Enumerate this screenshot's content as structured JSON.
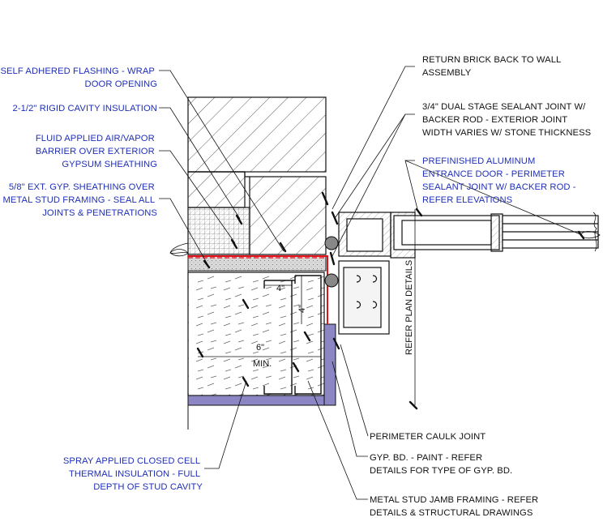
{
  "colors": {
    "callout_blue": "#1f2fb8",
    "callout_black": "#111111",
    "air_barrier_red": "#e0131b",
    "gypsum_board_purple": "#8d86c4",
    "concrete_gray": "#d9d9d9"
  },
  "left_callouts": [
    {
      "lines": [
        "SELF ADHERED FLASHING - WRAP",
        "DOOR OPENING"
      ]
    },
    {
      "lines": [
        "2-1/2\" RIGID CAVITY INSULATION"
      ]
    },
    {
      "lines": [
        "FLUID APPLIED AIR/VAPOR",
        "BARRIER OVER EXTERIOR",
        "GYPSUM SHEATHING"
      ]
    },
    {
      "lines": [
        "5/8\" EXT. GYP. SHEATHING OVER",
        "METAL STUD FRAMING - SEAL ALL",
        "JOINTS & PENETRATIONS"
      ]
    },
    {
      "lines": [
        "SPRAY APPLIED CLOSED CELL",
        "THERMAL INSULATION - FULL",
        "DEPTH OF STUD CAVITY"
      ]
    }
  ],
  "right_callouts": [
    {
      "lines": [
        "RETURN BRICK BACK TO WALL",
        "ASSEMBLY"
      ]
    },
    {
      "lines": [
        "3/4\" DUAL STAGE SEALANT JOINT W/",
        "BACKER ROD - EXTERIOR JOINT",
        "WIDTH VARIES W/ STONE THICKNESS"
      ]
    },
    {
      "lines": [
        "PREFINISHED ALUMINUM",
        "ENTRANCE DOOR - PERIMETER",
        "SEALANT JOINT W/ BACKER ROD -",
        "REFER ELEVATIONS"
      ]
    },
    {
      "lines": [
        "PERIMETER CAULK JOINT"
      ]
    },
    {
      "lines": [
        "GYP. BD. - PAINT  -  REFER",
        "DETAILS FOR TYPE OF GYP. BD."
      ]
    },
    {
      "lines": [
        "METAL STUD JAMB FRAMING - REFER",
        "DETAILS & STRUCTURAL DRAWINGS"
      ]
    }
  ],
  "dimensions": {
    "stud_depth_top": "4\"",
    "stud_depth_side": "4\"",
    "cavity_min_value": "6\"",
    "cavity_min_suffix": "MIN.",
    "vertical_reference": "REFER PLAN DETAILS"
  }
}
